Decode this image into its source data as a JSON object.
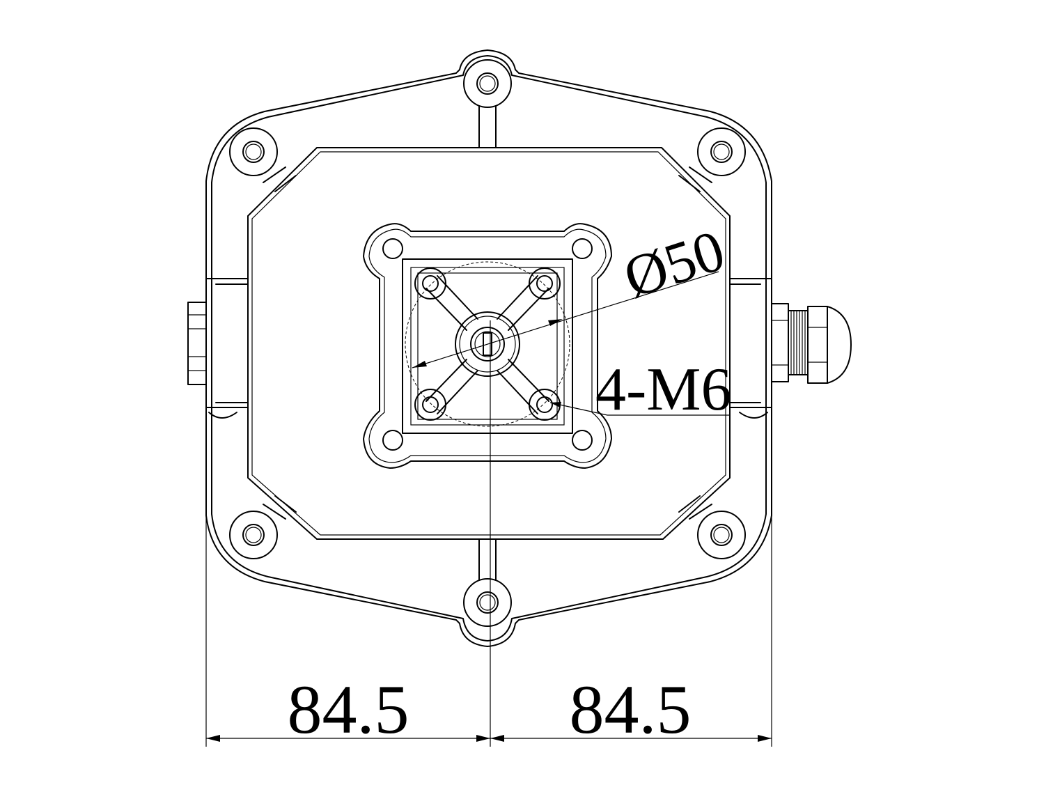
{
  "drawing": {
    "dimensions": {
      "diameter_label": "Ø50",
      "thread_label": "4-M6",
      "left_width_label": "84.5",
      "right_width_label": "84.5"
    },
    "colors": {
      "line": "#000000",
      "background": "#ffffff"
    }
  }
}
